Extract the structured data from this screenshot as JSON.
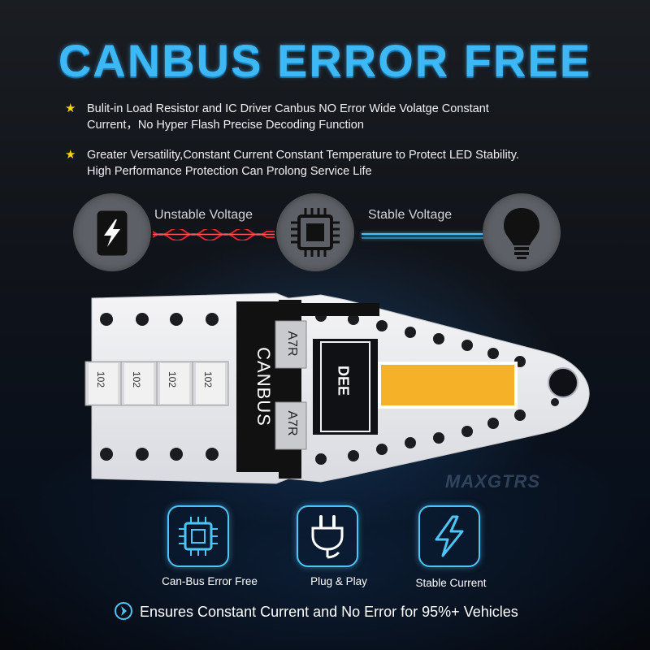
{
  "title": "CANBUS ERROR FREE",
  "bullets": [
    {
      "line1": "Bulit-in Load Resistor and IC Driver Canbus NO Error Wide Volatge Constant",
      "line2": "Current，No Hyper Flash Precise Decoding Function"
    },
    {
      "line1": "Greater Versatility,Constant Current  Constant Temperature to Protect LED Stability.",
      "line2": "High Performance Protection Can Prolong Service Life"
    }
  ],
  "voltage": {
    "unstable": "Unstable Voltage",
    "stable": "Stable Voltage"
  },
  "chip": {
    "canbus": "CANBUS",
    "resistor_top": "A7R",
    "resistor_bottom": "A7R",
    "resistors": [
      "102",
      "102",
      "102",
      "102"
    ],
    "ic": "DEE"
  },
  "watermark": "MAXGTRS",
  "features": [
    {
      "label": "Can-Bus Error Free",
      "icon": "chip-icon"
    },
    {
      "label": "Plug & Play",
      "icon": "plug-icon"
    },
    {
      "label": "Stable Current",
      "icon": "lightning-icon"
    }
  ],
  "footer": "Ensures Constant Current and No Error for 95%+ Vehicles",
  "colors": {
    "title": "#3db8f5",
    "accent": "#4fc4f7",
    "star": "#f5d312",
    "unstable_line": "#e0262a",
    "led": "#f5b128"
  }
}
